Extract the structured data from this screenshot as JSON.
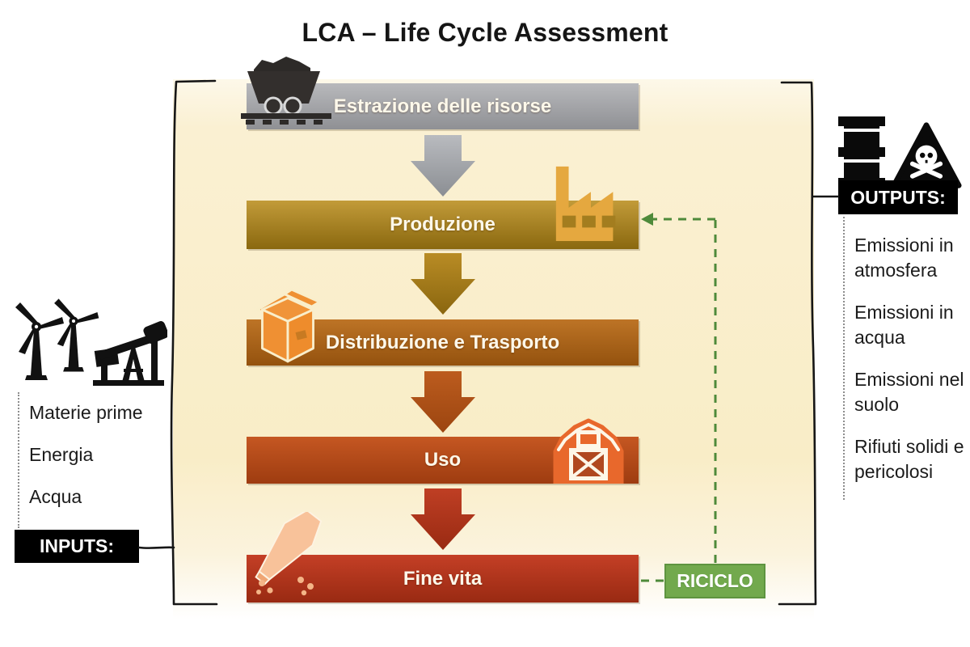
{
  "title": "LCA – Life Cycle Assessment",
  "stages": [
    {
      "label": "Estrazione delle risorse",
      "color": "#a2a3a6",
      "icon": "mine-cart-icon"
    },
    {
      "label": "Produzione",
      "color": "#a68124",
      "icon": "factory-icon"
    },
    {
      "label": "Distribuzione e Trasporto",
      "color": "#a8631a",
      "icon": "package-box-icon"
    },
    {
      "label": "Uso",
      "color": "#b14919",
      "icon": "barn-icon"
    },
    {
      "label": "Fine vita",
      "color": "#ae351c",
      "icon": "coffin-icon"
    }
  ],
  "inputs": {
    "label": "INPUTS:",
    "items": [
      "Materie prime",
      "Energia",
      "Acqua"
    ],
    "icons": [
      "wind-turbines-icon",
      "oil-pumpjack-icon"
    ]
  },
  "outputs": {
    "label": "OUTPUTS:",
    "items": [
      "Emissioni in atmosfera",
      "Emissioni in acqua",
      "Emissioni nel suolo",
      "Rifiuti solidi e pericolosi"
    ],
    "icons": [
      "oil-drum-icon",
      "toxic-warning-icon"
    ]
  },
  "recycle": {
    "label": "RICICLO",
    "box_color": "#72a94d",
    "line_color": "#4e8a3a"
  },
  "colors": {
    "panel_background": "#f9edc7",
    "frame_line": "#161616",
    "tag_background": "#000000",
    "tag_text": "#ffffff",
    "bar_text": "#fdf8ea"
  }
}
